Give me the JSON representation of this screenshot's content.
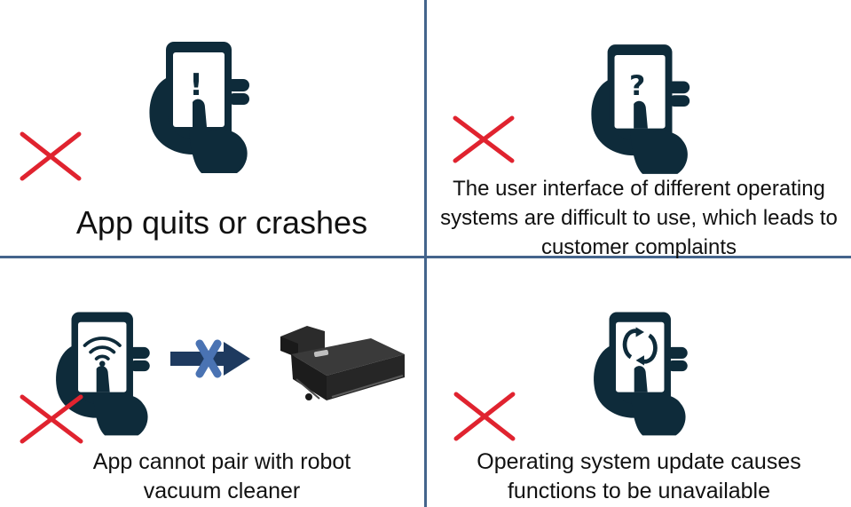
{
  "colors": {
    "divider": "#44648c",
    "cross": "#e0232f",
    "phone_hand": "#0e2b3a",
    "arrow": "#1e3a5f",
    "arrow_x": "#4a73b3",
    "robot": "#2b2b2b"
  },
  "panels": [
    {
      "icon": "phone-exclamation-icon",
      "screen_symbol": "!",
      "caption_lines": [
        "App quits or crashes"
      ]
    },
    {
      "icon": "phone-question-icon",
      "screen_symbol": "?",
      "caption_lines": [
        "The user interface of different operating",
        "systems are difficult to use, which leads to",
        "customer complaints"
      ]
    },
    {
      "icon": "phone-wifi-icon",
      "caption_lines": [
        "App cannot pair with robot",
        "vacuum cleaner"
      ]
    },
    {
      "icon": "phone-sync-icon",
      "caption_lines": [
        "Operating system update causes",
        "functions to be unavailable"
      ]
    }
  ]
}
